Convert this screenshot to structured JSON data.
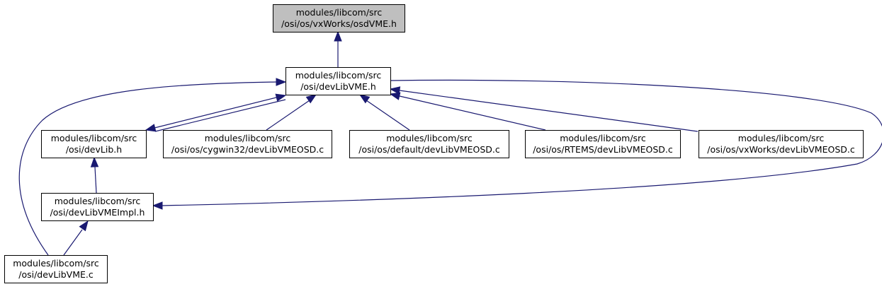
{
  "colors": {
    "edge": "#191970",
    "node_fill": "#ffffff",
    "root_fill": "#bfbfbf",
    "border": "#000000"
  },
  "nodes": [
    {
      "id": "osdvme",
      "line1": "modules/libcom/src",
      "line2": "/osi/os/vxWorks/osdVME.h",
      "highlighted": true
    },
    {
      "id": "devlibvme-h",
      "line1": "modules/libcom/src",
      "line2": "/osi/devLibVME.h"
    },
    {
      "id": "devlib-h",
      "line1": "modules/libcom/src",
      "line2": "/osi/devLib.h"
    },
    {
      "id": "cygwin32",
      "line1": "modules/libcom/src",
      "line2": "/osi/os/cygwin32/devLibVMEOSD.c"
    },
    {
      "id": "default",
      "line1": "modules/libcom/src",
      "line2": "/osi/os/default/devLibVMEOSD.c"
    },
    {
      "id": "rtems",
      "line1": "modules/libcom/src",
      "line2": "/osi/os/RTEMS/devLibVMEOSD.c"
    },
    {
      "id": "vxworks",
      "line1": "modules/libcom/src",
      "line2": "/osi/os/vxWorks/devLibVMEOSD.c"
    },
    {
      "id": "devlibvmeimpl-h",
      "line1": "modules/libcom/src",
      "line2": "/osi/devLibVMEImpl.h"
    },
    {
      "id": "devlibvme-c",
      "line1": "modules/libcom/src",
      "line2": "/osi/devLibVME.c"
    }
  ],
  "edges": [
    {
      "from": "devlibvme-h",
      "to": "osdvme"
    },
    {
      "from": "devlib-h",
      "to": "devlibvme-h"
    },
    {
      "from": "devlibvme-h",
      "to": "devlib-h"
    },
    {
      "from": "cygwin32",
      "to": "devlibvme-h"
    },
    {
      "from": "default",
      "to": "devlibvme-h"
    },
    {
      "from": "rtems",
      "to": "devlibvme-h"
    },
    {
      "from": "vxworks",
      "to": "devlibvme-h"
    },
    {
      "from": "devlibvme-c",
      "to": "devlibvme-h"
    },
    {
      "from": "devlibvme-h",
      "to": "devlibvmeimpl-h"
    },
    {
      "from": "devlibvmeimpl-h",
      "to": "devlib-h"
    },
    {
      "from": "devlibvme-c",
      "to": "devlibvmeimpl-h"
    }
  ]
}
